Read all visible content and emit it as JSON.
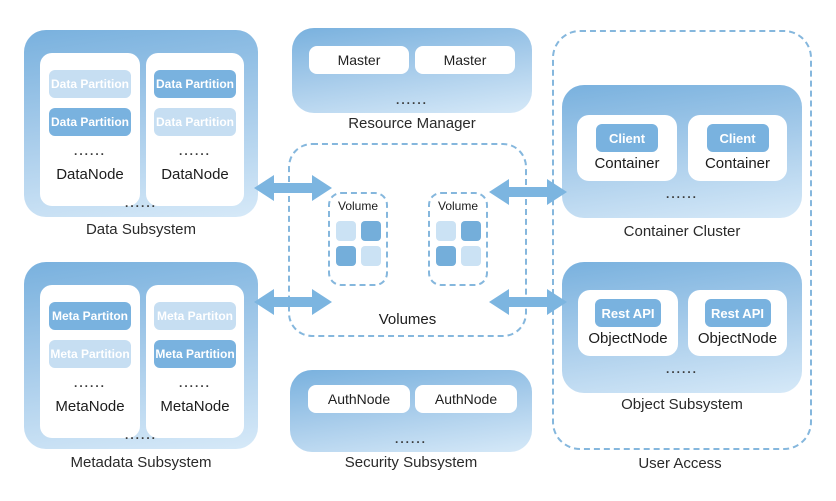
{
  "data_subsystem": {
    "label": "Data Subsystem",
    "ellipsis": "......",
    "nodes": [
      {
        "label": "DataNode",
        "ellipsis": "......",
        "partitions": [
          {
            "label": "Data Partition"
          },
          {
            "label": "Data Partition"
          }
        ]
      },
      {
        "label": "DataNode",
        "ellipsis": "......",
        "partitions": [
          {
            "label": "Data Partition"
          },
          {
            "label": "Data Partition"
          }
        ]
      }
    ]
  },
  "resource_manager": {
    "label": "Resource Manager",
    "ellipsis": "......",
    "masters": [
      {
        "label": "Master"
      },
      {
        "label": "Master"
      }
    ]
  },
  "volumes": {
    "label": "Volumes",
    "items": [
      {
        "label": "Volume"
      },
      {
        "label": "Volume"
      }
    ]
  },
  "user_access": {
    "label": "User Access"
  },
  "container_cluster": {
    "label": "Container Cluster",
    "ellipsis": "......",
    "nodes": [
      {
        "inner": "Client",
        "label": "Container"
      },
      {
        "inner": "Client",
        "label": "Container"
      }
    ]
  },
  "object_subsystem": {
    "label": "Object Subsystem",
    "ellipsis": "......",
    "nodes": [
      {
        "inner": "Rest API",
        "label": "ObjectNode"
      },
      {
        "inner": "Rest API",
        "label": "ObjectNode"
      }
    ]
  },
  "metadata_subsystem": {
    "label": "Metadata Subsystem",
    "ellipsis": "......",
    "nodes": [
      {
        "label": "MetaNode",
        "ellipsis": "......",
        "partitions": [
          {
            "label": "Meta Partiton"
          },
          {
            "label": "Meta Partition"
          }
        ]
      },
      {
        "label": "MetaNode",
        "ellipsis": "......",
        "partitions": [
          {
            "label": "Meta Partiton"
          },
          {
            "label": "Meta Partition"
          }
        ]
      }
    ]
  },
  "security_subsystem": {
    "label": "Security Subsystem",
    "ellipsis": "......",
    "nodes": [
      {
        "label": "AuthNode"
      },
      {
        "label": "AuthNode"
      }
    ]
  },
  "colors": {
    "gradient_top": "#79b1de",
    "gradient_bottom": "#d6e9f8",
    "chip_dark": "#79b2df",
    "chip_light": "#c6def2",
    "dashed_border": "#85b7dd",
    "arrow": "#7cb5e0"
  }
}
